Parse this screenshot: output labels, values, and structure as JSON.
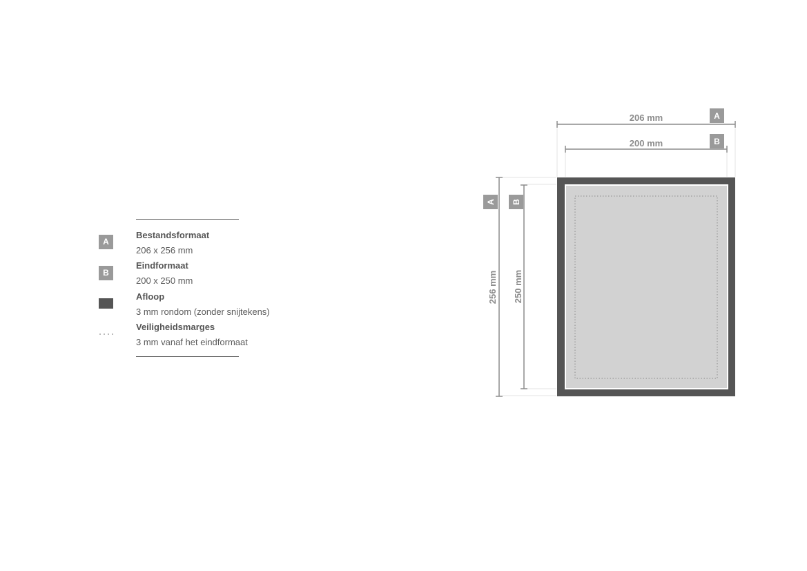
{
  "legend": {
    "items": [
      {
        "badge": "A",
        "title": "Bestandsformaat",
        "desc": "206 x 256 mm"
      },
      {
        "badge": "B",
        "title": "Eindformaat",
        "desc": "200 x 250 mm"
      },
      {
        "title": "Afloop",
        "desc": "3 mm rondom (zonder snijtekens)"
      },
      {
        "title": "Veiligheidsmarges",
        "desc": "3 mm vanaf het eindformaat"
      }
    ]
  },
  "diagram": {
    "width_a_label": "206 mm",
    "width_b_label": "200 mm",
    "height_a_label": "256 mm",
    "height_b_label": "250 mm",
    "badge_a": "A",
    "badge_b": "B"
  },
  "colors": {
    "bleed": "#555555",
    "trim_fill": "#d2d2d2",
    "badge": "#9a9a9a",
    "dimension_line": "#8c8c8c"
  }
}
